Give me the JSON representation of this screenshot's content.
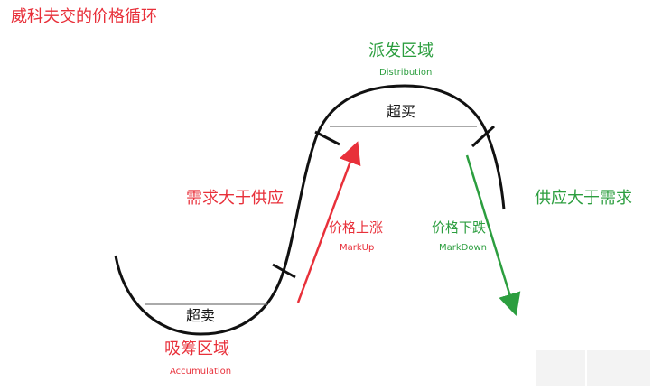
{
  "diagram": {
    "title": "威科夫交的价格循环",
    "distribution_zone": "派发区域",
    "distribution_en": "Distribution",
    "overbought": "超买",
    "demand_over_supply": "需求大于供应",
    "supply_over_demand": "供应大于需求",
    "markup_cn": "价格上涨",
    "markup_en": "MarkUp",
    "markdown_cn": "价格下跌",
    "markdown_en": "MarkDown",
    "oversold": "超卖",
    "accumulation_zone": "吸筹区域",
    "accumulation_en": "Accumulation"
  },
  "colors": {
    "red": "#e8303a",
    "green": "#2c9e3f",
    "curve": "#111111"
  }
}
